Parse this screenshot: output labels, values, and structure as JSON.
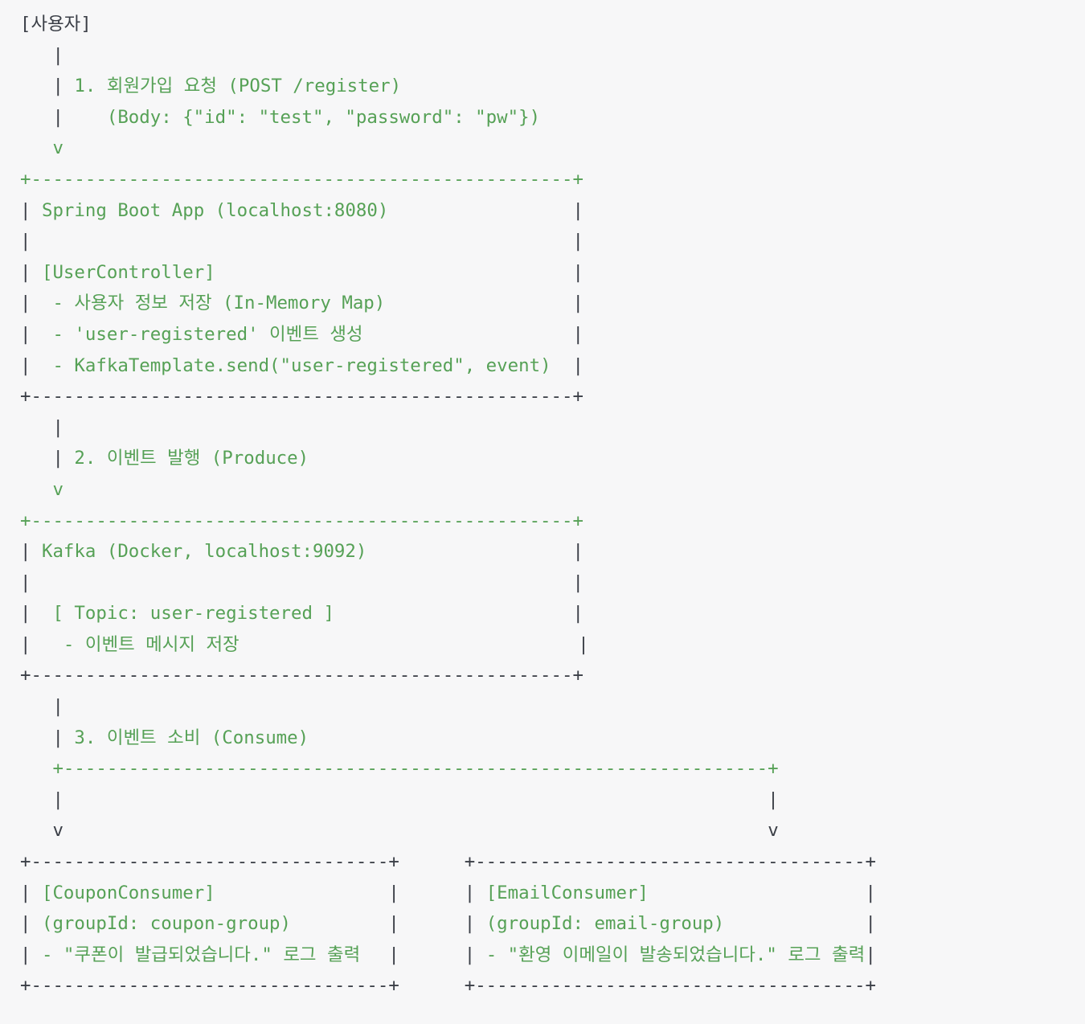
{
  "colors": {
    "green": "#56a156",
    "dark": "#3a3e46",
    "background": "#f7f7f8"
  },
  "diagram": {
    "lines": [
      {
        "segs": [
          {
            "t": "[사용자]",
            "c": "d"
          }
        ]
      },
      {
        "segs": [
          {
            "t": "   |",
            "c": "d"
          }
        ]
      },
      {
        "segs": [
          {
            "t": "   | ",
            "c": "d"
          },
          {
            "t": "1. 회원가입 요청 (POST /register)",
            "c": "g"
          }
        ]
      },
      {
        "segs": [
          {
            "t": "   |",
            "c": "d"
          },
          {
            "t": "    (Body: {\"id\": \"test\", \"password\": \"pw\"})",
            "c": "g"
          }
        ]
      },
      {
        "segs": [
          {
            "t": "   v",
            "c": "g"
          }
        ]
      },
      {
        "segs": [
          {
            "t": "+--------------------------------------------------+",
            "c": "g"
          }
        ]
      },
      {
        "segs": [
          {
            "t": "| ",
            "c": "d"
          },
          {
            "t": "Spring Boot App (localhost:8080)",
            "c": "g"
          }
        ],
        "abs": [
          {
            "col": 51,
            "segs": [
              {
                "t": "|",
                "c": "d"
              }
            ]
          }
        ]
      },
      {
        "segs": [
          {
            "t": "|",
            "c": "d"
          }
        ],
        "abs": [
          {
            "col": 51,
            "segs": [
              {
                "t": "|",
                "c": "d"
              }
            ]
          }
        ]
      },
      {
        "segs": [
          {
            "t": "| ",
            "c": "d"
          },
          {
            "t": "[UserController]",
            "c": "g"
          }
        ],
        "abs": [
          {
            "col": 51,
            "segs": [
              {
                "t": "|",
                "c": "d"
              }
            ]
          }
        ]
      },
      {
        "segs": [
          {
            "t": "|  ",
            "c": "d"
          },
          {
            "t": "- 사용자 정보 저장 (In-Memory Map)",
            "c": "g"
          }
        ],
        "abs": [
          {
            "col": 51,
            "segs": [
              {
                "t": "|",
                "c": "d"
              }
            ]
          }
        ]
      },
      {
        "segs": [
          {
            "t": "|  ",
            "c": "d"
          },
          {
            "t": "- 'user-registered' 이벤트 생성",
            "c": "g"
          }
        ],
        "abs": [
          {
            "col": 51,
            "segs": [
              {
                "t": "|",
                "c": "d"
              }
            ]
          }
        ]
      },
      {
        "segs": [
          {
            "t": "|  ",
            "c": "d"
          },
          {
            "t": "- KafkaTemplate.send(\"user-registered\", event)",
            "c": "g"
          }
        ],
        "abs": [
          {
            "col": 51,
            "segs": [
              {
                "t": "|",
                "c": "d"
              }
            ]
          }
        ]
      },
      {
        "segs": [
          {
            "t": "+--------------------------------------------------+",
            "c": "d"
          }
        ]
      },
      {
        "segs": [
          {
            "t": "   |",
            "c": "d"
          }
        ]
      },
      {
        "segs": [
          {
            "t": "   | ",
            "c": "d"
          },
          {
            "t": "2. 이벤트 발행 (Produce)",
            "c": "g"
          }
        ]
      },
      {
        "segs": [
          {
            "t": "   v",
            "c": "g"
          }
        ]
      },
      {
        "segs": [
          {
            "t": "+--------------------------------------------------+",
            "c": "g"
          }
        ]
      },
      {
        "segs": [
          {
            "t": "| ",
            "c": "d"
          },
          {
            "t": "Kafka (Docker, localhost:9092)",
            "c": "g"
          }
        ],
        "abs": [
          {
            "col": 51,
            "segs": [
              {
                "t": "|",
                "c": "d"
              }
            ]
          }
        ]
      },
      {
        "segs": [
          {
            "t": "|",
            "c": "d"
          }
        ],
        "abs": [
          {
            "col": 51,
            "segs": [
              {
                "t": "|",
                "c": "d"
              }
            ]
          }
        ]
      },
      {
        "segs": [
          {
            "t": "|  ",
            "c": "d"
          },
          {
            "t": "[ Topic: user-registered ]",
            "c": "g"
          }
        ],
        "abs": [
          {
            "col": 51,
            "segs": [
              {
                "t": "|",
                "c": "d"
              }
            ]
          }
        ]
      },
      {
        "segs": [
          {
            "t": "|   ",
            "c": "d"
          },
          {
            "t": "- 이벤트 메시지 저장",
            "c": "g"
          }
        ],
        "abs": [
          {
            "col": 51.5,
            "segs": [
              {
                "t": "|",
                "c": "d"
              }
            ]
          }
        ]
      },
      {
        "segs": [
          {
            "t": "+--------------------------------------------------+",
            "c": "d"
          }
        ]
      },
      {
        "segs": [
          {
            "t": "   |",
            "c": "d"
          }
        ]
      },
      {
        "segs": [
          {
            "t": "   | ",
            "c": "d"
          },
          {
            "t": "3. 이벤트 소비 (Consume)",
            "c": "g"
          }
        ]
      },
      {
        "segs": [
          {
            "t": "   +-----------------------------------------------------------------+",
            "c": "g"
          }
        ]
      },
      {
        "segs": [
          {
            "t": "   |",
            "c": "d"
          }
        ],
        "abs": [
          {
            "col": 69,
            "segs": [
              {
                "t": "|",
                "c": "d"
              }
            ]
          }
        ]
      },
      {
        "segs": [
          {
            "t": "   v",
            "c": "d"
          }
        ],
        "abs": [
          {
            "col": 69,
            "segs": [
              {
                "t": "v",
                "c": "d"
              }
            ]
          }
        ]
      },
      {
        "segs": [
          {
            "t": "+---------------------------------+",
            "c": "d"
          }
        ],
        "abs": [
          {
            "col": 41,
            "segs": [
              {
                "t": "+------------------------------------+",
                "c": "d"
              }
            ]
          }
        ]
      },
      {
        "segs": [
          {
            "t": "| ",
            "c": "d"
          },
          {
            "t": "[CouponConsumer]",
            "c": "g"
          }
        ],
        "abs": [
          {
            "col": 34,
            "segs": [
              {
                "t": "|",
                "c": "d"
              }
            ]
          },
          {
            "col": 41,
            "segs": [
              {
                "t": "| ",
                "c": "d"
              },
              {
                "t": "[EmailConsumer]",
                "c": "g"
              }
            ]
          },
          {
            "col": 78,
            "segs": [
              {
                "t": "|",
                "c": "d"
              }
            ]
          }
        ]
      },
      {
        "segs": [
          {
            "t": "| ",
            "c": "d"
          },
          {
            "t": "(groupId: coupon-group)",
            "c": "g"
          }
        ],
        "abs": [
          {
            "col": 34,
            "segs": [
              {
                "t": "|",
                "c": "d"
              }
            ]
          },
          {
            "col": 41,
            "segs": [
              {
                "t": "| ",
                "c": "d"
              },
              {
                "t": "(groupId: email-group)",
                "c": "g"
              }
            ]
          },
          {
            "col": 78,
            "segs": [
              {
                "t": "|",
                "c": "d"
              }
            ]
          }
        ]
      },
      {
        "segs": [
          {
            "t": "| ",
            "c": "d"
          },
          {
            "t": "- \"쿠폰이 발급되었습니다.\" 로그 출력",
            "c": "g"
          }
        ],
        "abs": [
          {
            "col": 34,
            "segs": [
              {
                "t": "|",
                "c": "d"
              }
            ]
          },
          {
            "col": 41,
            "segs": [
              {
                "t": "| ",
                "c": "d"
              },
              {
                "t": "- \"환영 이메일이 발송되었습니다.\" 로그 출력",
                "c": "g"
              }
            ]
          },
          {
            "col": 78,
            "segs": [
              {
                "t": "|",
                "c": "d"
              }
            ]
          }
        ]
      },
      {
        "segs": [
          {
            "t": "+---------------------------------+",
            "c": "d"
          }
        ],
        "abs": [
          {
            "col": 41,
            "segs": [
              {
                "t": "+------------------------------------+",
                "c": "d"
              }
            ]
          }
        ]
      }
    ]
  }
}
